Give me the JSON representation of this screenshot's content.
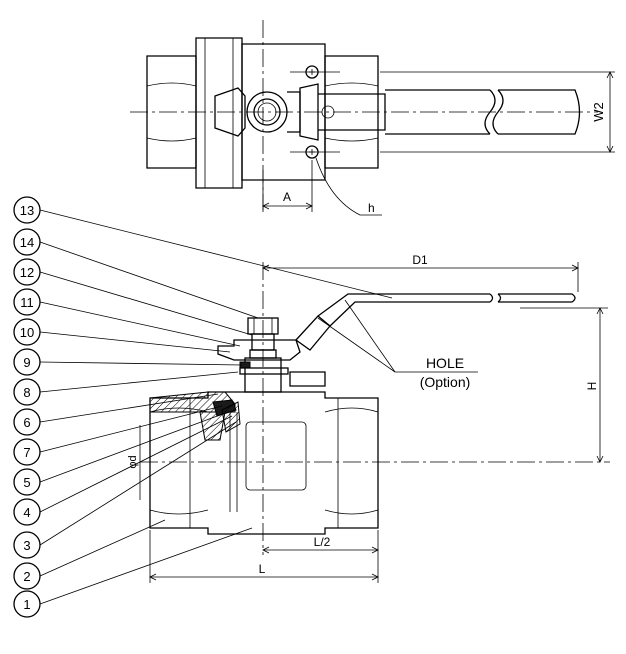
{
  "dimension_labels": {
    "w2": "W2",
    "a": "A",
    "h_small": "h",
    "d1": "D1",
    "h": "H",
    "phi_d": "φd",
    "l_half": "L/2",
    "l": "L"
  },
  "callouts": {
    "hole": "HOLE",
    "option": "(Option)"
  },
  "parts": [
    "13",
    "14",
    "12",
    "11",
    "10",
    "9",
    "8",
    "6",
    "7",
    "5",
    "4",
    "3",
    "2",
    "1"
  ]
}
